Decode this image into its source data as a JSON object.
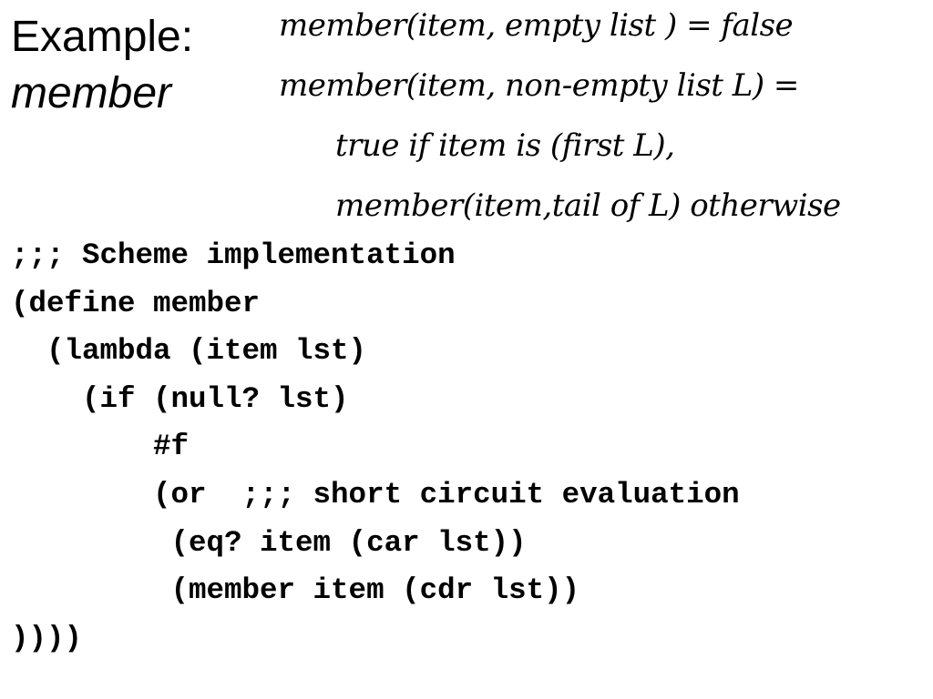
{
  "slide": {
    "title": "Example:",
    "subtitle": "member"
  },
  "definition": {
    "lines": [
      "member(item, empty list ) = false",
      "member(item, non-empty list L) =",
      "true if item is (first L),",
      "member(item,tail of L) otherwise"
    ]
  },
  "code": {
    "lines": [
      ";;; Scheme implementation",
      "(define member",
      "  (lambda (item lst)",
      "    (if (null? lst)",
      "        #f",
      "        (or  ;;; short circuit evaluation",
      "         (eq? item (car lst))",
      "         (member item (cdr lst))",
      "))))"
    ]
  }
}
